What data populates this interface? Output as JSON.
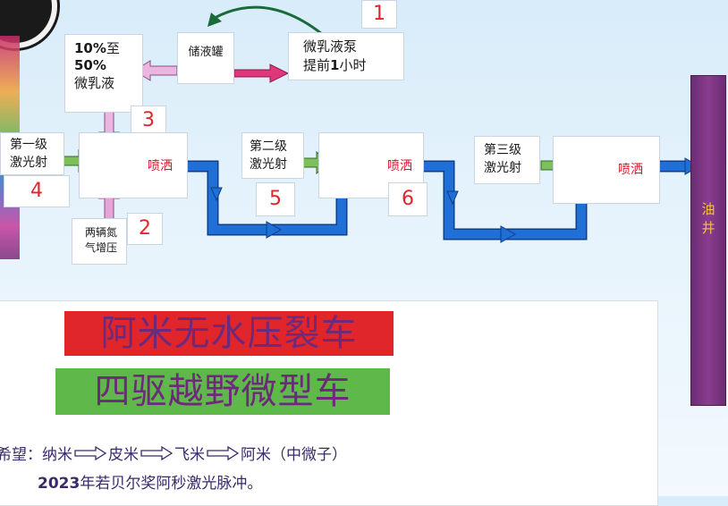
{
  "nodes": {
    "tank": "储液罐",
    "pump_line1": "微乳液泵",
    "pump_line2_bold": "1",
    "pump_line2_pre": "提前",
    "pump_line2_post": "小时",
    "emulsion_p1": "10%",
    "emulsion_to": "至",
    "emulsion_p2": "50%",
    "emulsion_name": "微乳液",
    "laser1_l1": "第一级",
    "laser1_l2": "激光射",
    "laser2_l1": "第二级",
    "laser2_l2": "激光射",
    "laser3_l1": "第三级",
    "laser3_l2": "激光射",
    "spray": "喷洒",
    "nitrogen_l1": "两辆氮",
    "nitrogen_l2": "气增压",
    "well_l1": "油",
    "well_l2": "井"
  },
  "step_numbers": [
    "1",
    "2",
    "3",
    "4",
    "5",
    "6"
  ],
  "banners": {
    "title1": "阿米无水压裂车",
    "title2": "四驱越野微型车",
    "title1_bg": "#e0252b",
    "title2_bg": "#5fb84a"
  },
  "hope": {
    "prefix": "希望：纳米",
    "s1": "皮米",
    "s2": "飞米",
    "s3": "阿米（中微子）",
    "year": "2023",
    "line2": "年若贝尔奖阿秒激光脉冲。"
  },
  "colors": {
    "flow_blue": "#1f6fd6",
    "green_arrow": "#7dbf5a",
    "pink_arrow": "#e29ad0",
    "magenta_arrow": "#e0367a",
    "well_purple": "#8a3d8e"
  }
}
